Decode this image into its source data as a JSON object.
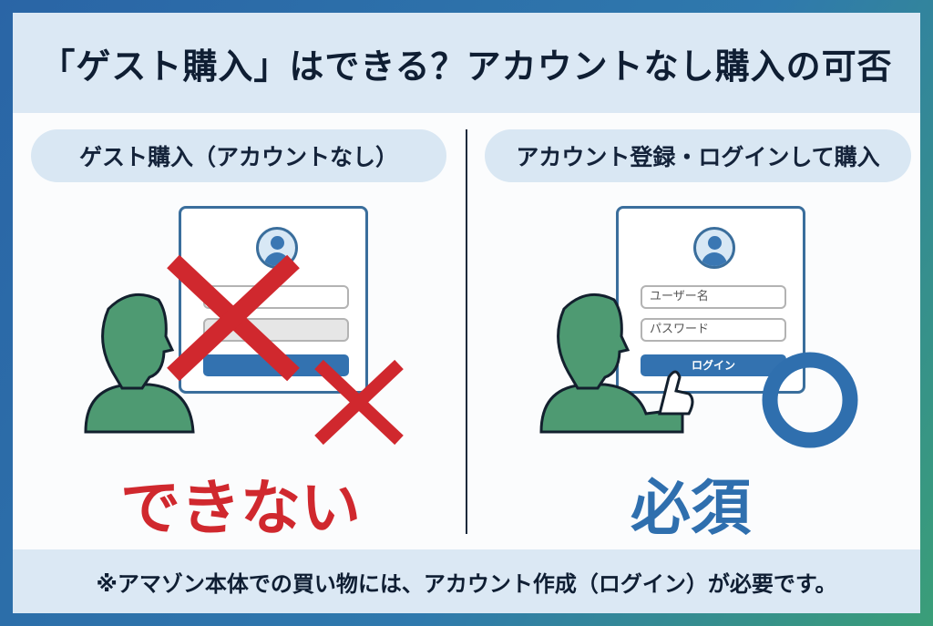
{
  "title": "「ゲスト購入」はできる？アカウントなし購入の可否",
  "left": {
    "heading": "ゲスト購入（アカウントなし）",
    "result": "できない",
    "result_color": "#d0282e",
    "mark": "cross-icon"
  },
  "right": {
    "heading": "アカウント登録・ログインして購入",
    "result": "必須",
    "result_color": "#2f6fae",
    "mark": "circle-icon",
    "form": {
      "username_placeholder": "ユーザー名",
      "password_placeholder": "パスワード",
      "login_label": "ログイン"
    }
  },
  "footer": "※アマゾン本体での買い物には、アカウント作成（ログイン）が必要です。",
  "colors": {
    "frame_blue": "#2a65a6",
    "frame_green": "#3a9e78",
    "person_green": "#4e9a72"
  }
}
